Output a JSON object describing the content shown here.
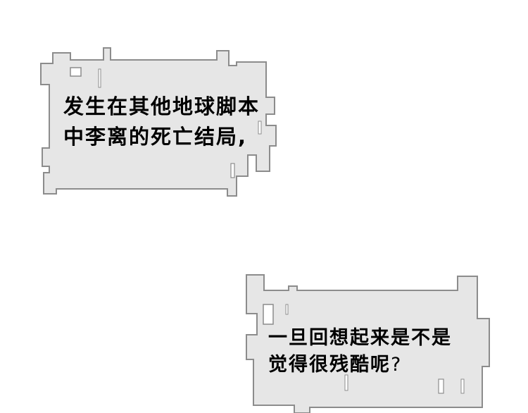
{
  "colors": {
    "background": "#ffffff",
    "bubble_fill": "#e6e6e6",
    "bubble_stroke": "#8c8c8c",
    "text": "#000000"
  },
  "bubble1": {
    "line1": "发生在其他地球脚本",
    "line2": "中李离的死亡结局,"
  },
  "bubble2": {
    "line1": "一旦回想起来是不是",
    "line2_main": "觉得很残酷呢",
    "line2_end": "?"
  }
}
